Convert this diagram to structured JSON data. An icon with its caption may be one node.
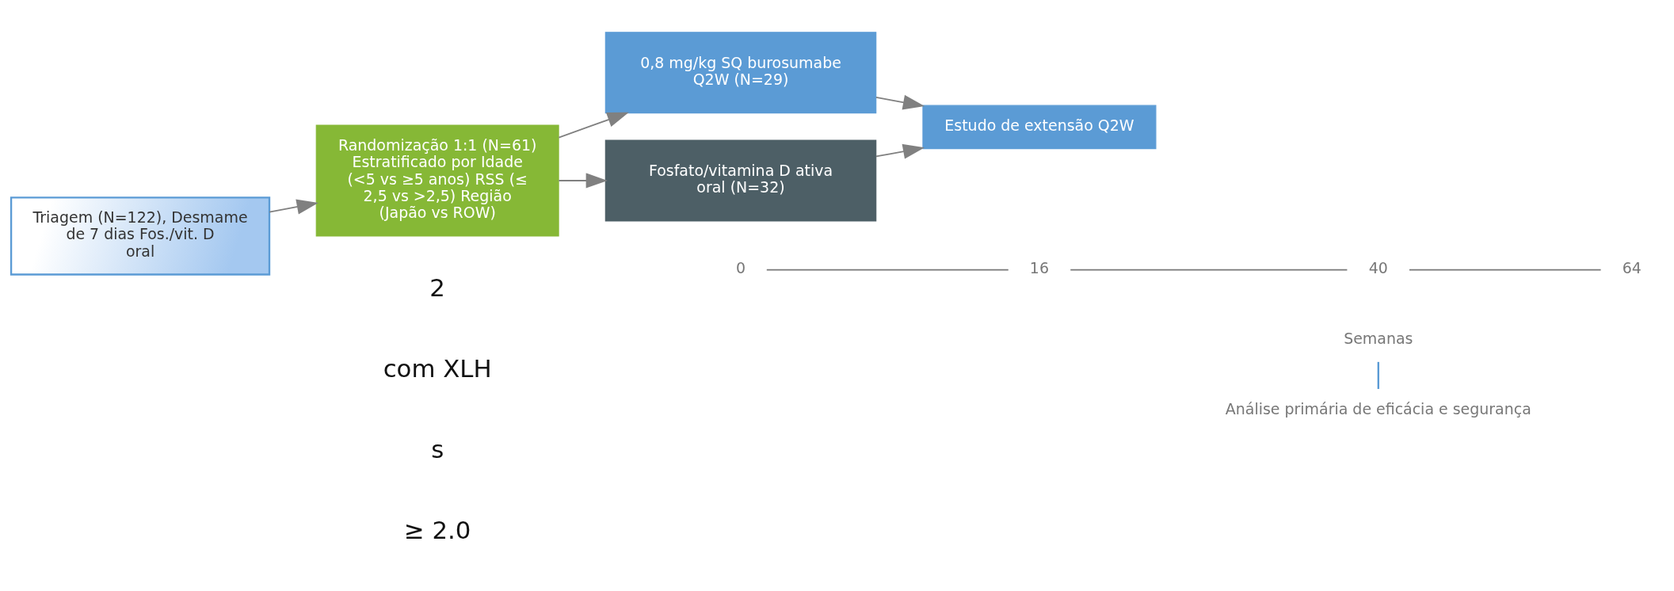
{
  "diagram": {
    "nodes": [
      {
        "text": [
          "Triagem (N=122), Desmame de 7 dias Fos./vit. D oral"
        ]
      },
      {
        "text": [
          "Randomização 1:1 (N=61)",
          "Estratificado por Idade (<5 vs ≥5 anos) RSS (≤ 2,5 vs >2,5) Região (Japão vs ROW)"
        ]
      },
      {
        "text": [
          "0,8 mg/kg SQ burosumabe Q2W (N=29)"
        ]
      },
      {
        "text": [
          "Fosfato/vitamina D ativa oral (N=32)"
        ]
      },
      {
        "text": [
          "Estudo de extensão Q2W"
        ]
      }
    ],
    "edges": [
      {
        "from": 0,
        "to": 1,
        "arrow": "to"
      },
      {
        "from": 1,
        "to": 2,
        "arrow": "to"
      },
      {
        "from": 1,
        "to": 3,
        "arrow": "to"
      },
      {
        "from": 2,
        "to": 4,
        "arrow": "to"
      },
      {
        "from": 3,
        "to": 4,
        "arrow": "to"
      }
    ],
    "labels": [
      "2",
      "com XLH",
      "s",
      "≥ 2.0",
      "0",
      "16",
      "40",
      "64",
      "Semanas",
      "Análise primária de eficácia e segurança"
    ]
  }
}
